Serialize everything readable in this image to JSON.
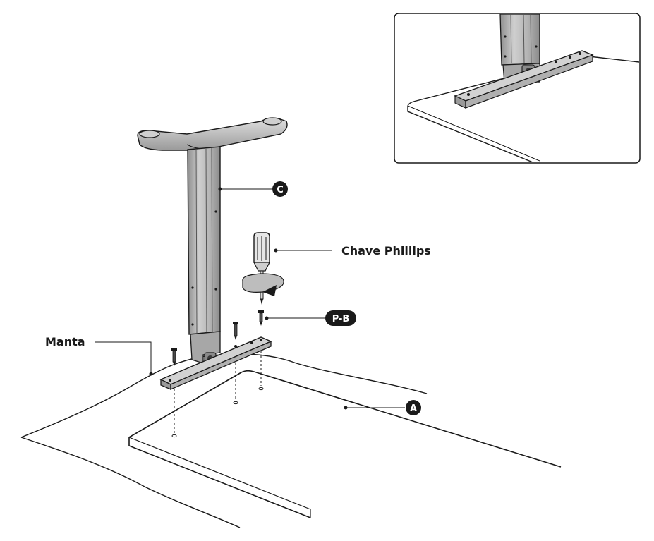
{
  "labels": {
    "manta": "Manta",
    "screwdriver": "Chave Phillips",
    "part_c": "C",
    "part_a": "A",
    "part_pb": "P-B"
  },
  "colors": {
    "line": "#1a1a1a",
    "metal_light": "#d4d4d4",
    "metal_mid": "#a9a9a9",
    "metal_dark": "#7a7a7a",
    "badge": "#1a1a1a"
  }
}
